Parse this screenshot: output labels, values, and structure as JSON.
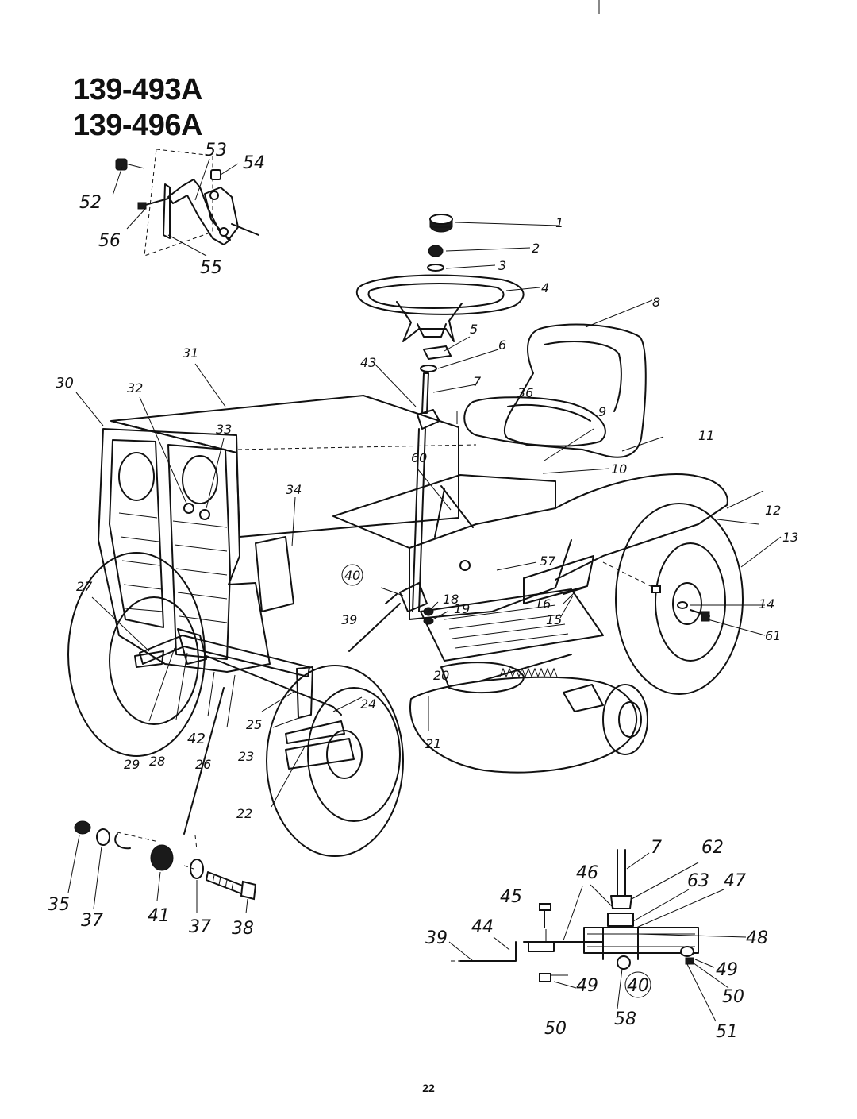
{
  "header": {
    "model_numbers": [
      "139-493A",
      "139-496A"
    ]
  },
  "page_number": "22",
  "callouts": {
    "n1": "1",
    "n2": "2",
    "n3": "3",
    "n4": "4",
    "n5": "5",
    "n6": "6",
    "n7": "7",
    "n8": "8",
    "n9": "9",
    "n10": "10",
    "n11": "11",
    "n12": "12",
    "n13": "13",
    "n14": "14",
    "n15": "15",
    "n16": "16",
    "n18": "18",
    "n19": "19",
    "n20": "20",
    "n21": "21",
    "n22": "22",
    "n23": "23",
    "n24": "24",
    "n25": "25",
    "n26": "26",
    "n27": "27",
    "n28": "28",
    "n29": "29",
    "n30": "30",
    "n31": "31",
    "n32": "32",
    "n33": "33",
    "n34": "34",
    "n36": "36",
    "n39": "39",
    "n40": "40",
    "n42": "42",
    "n43": "43",
    "n52": "52",
    "n53": "53",
    "n54": "54",
    "n55": "55",
    "n56": "56",
    "n57": "57",
    "n60": "60",
    "n61": "61",
    "d35": "35",
    "d37a": "37",
    "d41": "41",
    "d37b": "37",
    "d38": "38",
    "s7": "7",
    "s62": "62",
    "s46": "46",
    "s63": "63",
    "s47": "47",
    "s45": "45",
    "s44": "44",
    "s39": "39",
    "s48": "48",
    "s49a": "49",
    "s49b": "49",
    "s40": "40",
    "s50a": "50",
    "s50b": "50",
    "s58": "58",
    "s51": "51"
  },
  "icons": {
    "steering_wheel": "steering-wheel-icon",
    "seat": "seat-icon",
    "hood": "hood-icon",
    "wheel": "wheel-icon",
    "mower_deck": "mower-deck-icon",
    "bolt": "bolt-icon"
  },
  "colors": {
    "ink": "#111111",
    "paper": "#ffffff"
  }
}
